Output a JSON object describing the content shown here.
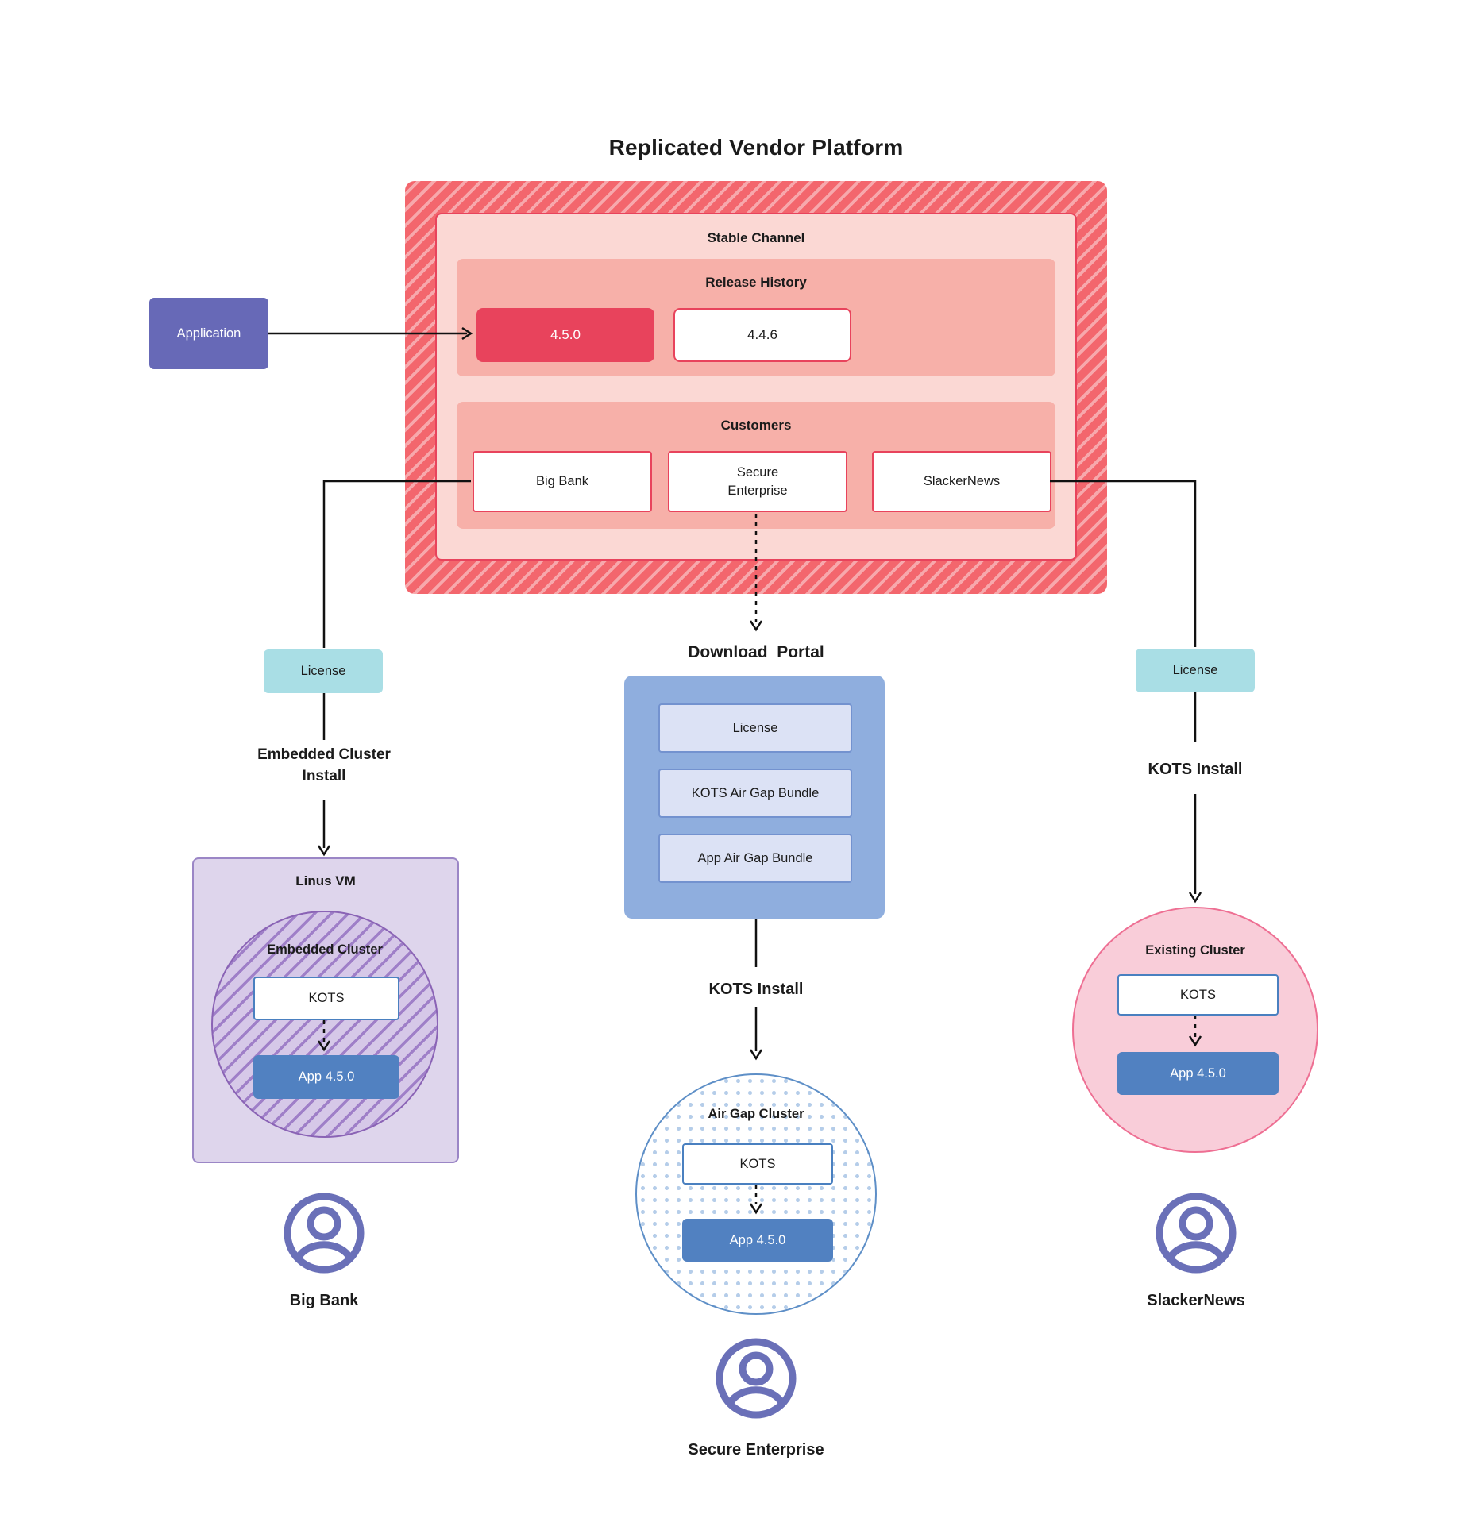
{
  "title": "Replicated Vendor Platform",
  "application": {
    "label": "Application"
  },
  "platform": {
    "stable_channel": {
      "label": "Stable Channel",
      "release_history": {
        "label": "Release History",
        "releases": [
          {
            "version": "4.5.0",
            "highlight": true
          },
          {
            "version": "4.4.6",
            "highlight": false
          }
        ]
      },
      "customers": {
        "label": "Customers",
        "items": [
          "Big Bank",
          "Secure Enterprise",
          "SlackerNews"
        ]
      }
    }
  },
  "branches": {
    "left": {
      "license_label": "License",
      "install_label": "Embedded Cluster Install",
      "vm_label": "Linus VM",
      "cluster_label": "Embedded Cluster",
      "kots_label": "KOTS",
      "app_label": "App 4.5.0",
      "user_label": "Big Bank"
    },
    "middle": {
      "portal_label": "Download  Portal",
      "portal_items": [
        "License",
        "KOTS Air Gap Bundle",
        "App Air Gap Bundle"
      ],
      "install_label": "KOTS Install",
      "cluster_label": "Air Gap Cluster",
      "kots_label": "KOTS",
      "app_label": "App 4.5.0",
      "user_label": "Secure Enterprise"
    },
    "right": {
      "license_label": "License",
      "install_label": "KOTS Install",
      "cluster_label": "Existing Cluster",
      "kots_label": "KOTS",
      "app_label": "App 4.5.0",
      "user_label": "SlackerNews"
    }
  },
  "colors": {
    "hatch_red_dark": "#f3666d",
    "hatch_red_light": "#f7a8ac",
    "stable_bg": "#fbd8d4",
    "section_bg": "#f7b0a9",
    "release_red": "#e8435c",
    "app_purple": "#6769b7",
    "license_teal": "#a9dee5",
    "portal_blue": "#8faede",
    "portal_item_bg": "#dce2f5",
    "portal_item_border": "#7392cf",
    "app_blue": "#5181c1",
    "kots_border": "#4a80c0",
    "vm_bg": "#ded5ec",
    "vm_border": "#9b86c6",
    "vm_circle_border": "#8a63b5",
    "vm_hatch": "#9f7fc8",
    "vm_hatch_bg": "#d6c8e8",
    "airgap_dot": "#b5cde9",
    "airgap_border": "#5e8fc7",
    "existing_bg": "#f9cdd9",
    "existing_border": "#ee6f93",
    "user_icon": "#6a70b8",
    "line": "#111111",
    "text": "#1b1b1b"
  }
}
